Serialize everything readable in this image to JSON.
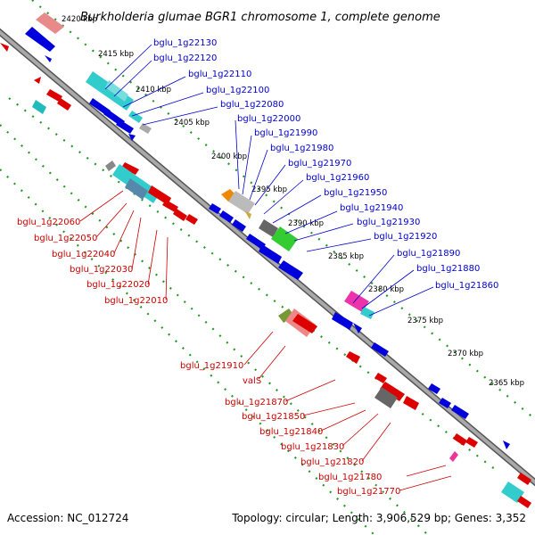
{
  "title": "Burkholderia glumae BGR1 chromosome 1, complete genome",
  "footer": {
    "accession": "Accession: NC_012724",
    "summary": "Topology: circular; Length: 3,906,529 bp; Genes: 3,352"
  },
  "colors": {
    "backbone": "#808080",
    "forward_strand": "#0000ee",
    "reverse_strand": "#ee0000",
    "blue_label": "#0000cc",
    "red_label": "#cc0000",
    "dotted_track": "#229922"
  },
  "kbp_ticks": [
    "2420 kbp",
    "2415 kbp",
    "2410 kbp",
    "2405 kbp",
    "2400 kbp",
    "2395 kbp",
    "2390 kbp",
    "2385 kbp",
    "2380 kbp",
    "2375 kbp",
    "2370 kbp",
    "2365 kbp"
  ],
  "blue_labels": [
    "bglu_1g22130",
    "bglu_1g22120",
    "bglu_1g22110",
    "bglu_1g22100",
    "bglu_1g22080",
    "bglu_1g22000",
    "bglu_1g21990",
    "bglu_1g21980",
    "bglu_1g21970",
    "bglu_1g21960",
    "bglu_1g21950",
    "bglu_1g21940",
    "bglu_1g21930",
    "bglu_1g21920",
    "bglu_1g21890",
    "bglu_1g21880",
    "bglu_1g21860"
  ],
  "red_labels_left": [
    "bglu_1g22060",
    "bglu_1g22050",
    "bglu_1g22040",
    "bglu_1g22030",
    "bglu_1g22020",
    "bglu_1g22010"
  ],
  "red_labels_bottom": [
    "bglu_1g21910",
    "valS",
    "bglu_1g21870",
    "bglu_1g21850",
    "bglu_1g21840",
    "bglu_1g21830",
    "bglu_1g21820",
    "bglu_1g21780",
    "bglu_1g21770"
  ]
}
